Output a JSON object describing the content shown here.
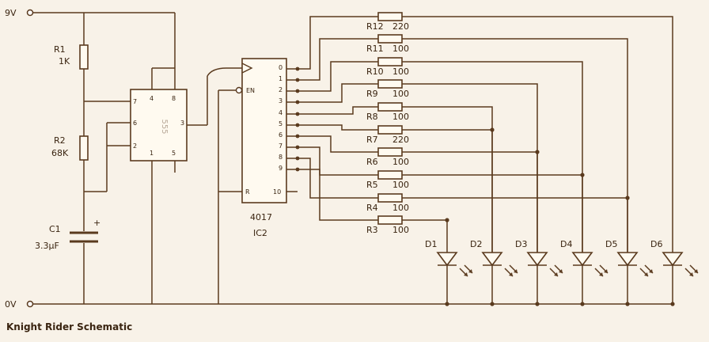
{
  "diagram": {
    "rails": {
      "supply": "9V",
      "ground": "0V"
    },
    "timer_555": {
      "part": "555",
      "pins": [
        "7",
        "8",
        "4",
        "6",
        "3",
        "2",
        "1",
        "5"
      ]
    },
    "counter_4017": {
      "part": "4017",
      "ref": "IC2",
      "en_label": "EN",
      "reset_label": "R",
      "reset_pin": "10",
      "outputs": [
        "0",
        "1",
        "2",
        "3",
        "4",
        "5",
        "6",
        "7",
        "8",
        "9"
      ]
    },
    "timing": {
      "r1": {
        "ref": "R1",
        "value": "1K"
      },
      "r2": {
        "ref": "R2",
        "value": "68K"
      },
      "c1": {
        "ref": "C1",
        "value": "3.3µF",
        "polarity": "+"
      }
    },
    "resistors": [
      {
        "ref": "R12",
        "value": "220"
      },
      {
        "ref": "R11",
        "value": "100"
      },
      {
        "ref": "R10",
        "value": "100"
      },
      {
        "ref": "R9",
        "value": "100"
      },
      {
        "ref": "R8",
        "value": "100"
      },
      {
        "ref": "R7",
        "value": "220"
      },
      {
        "ref": "R6",
        "value": "100"
      },
      {
        "ref": "R5",
        "value": "100"
      },
      {
        "ref": "R4",
        "value": "100"
      },
      {
        "ref": "R3",
        "value": "100"
      }
    ],
    "leds": [
      "D1",
      "D2",
      "D3",
      "D4",
      "D5",
      "D6"
    ],
    "caption": "Knight Rider Schematic",
    "colors": {
      "ink": "#5a3a1e",
      "background": "#f8f2e8"
    }
  }
}
